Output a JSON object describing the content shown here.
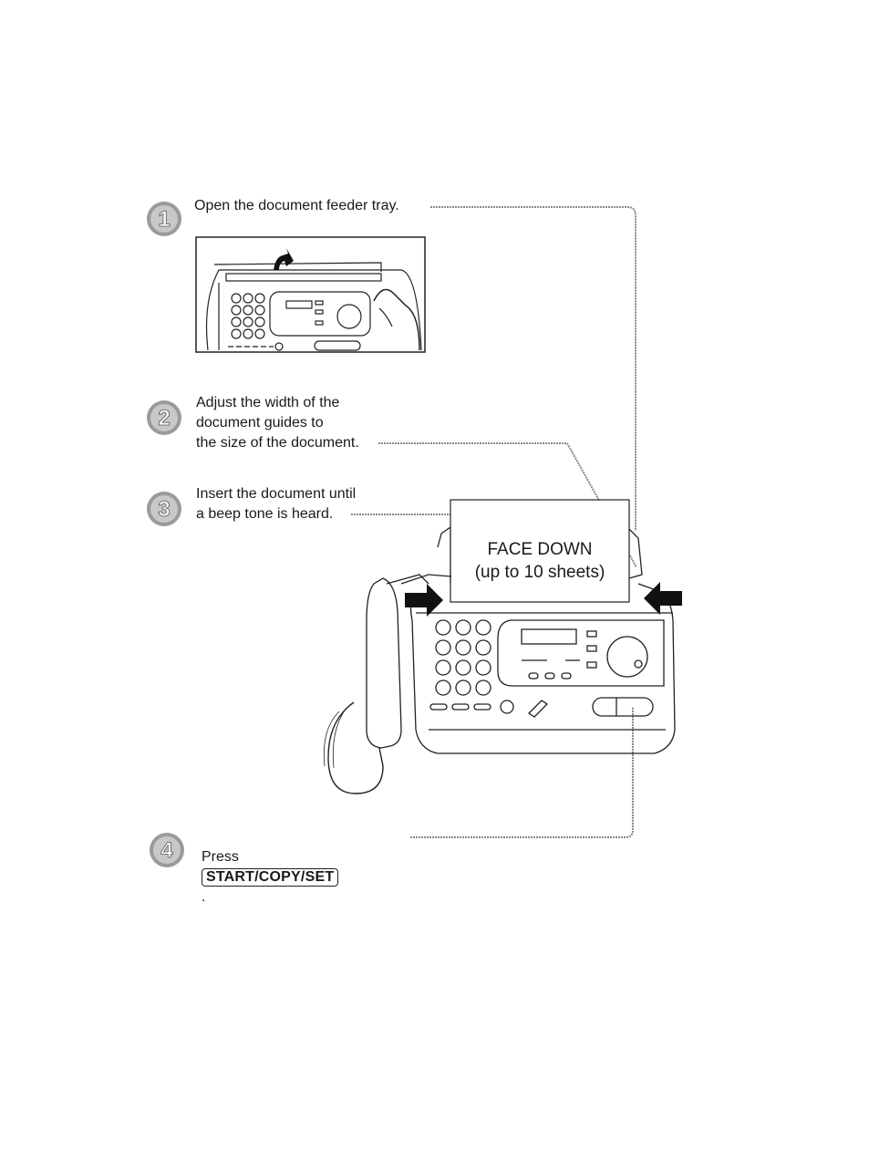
{
  "steps": [
    {
      "number": "1",
      "text": "Open the document feeder tray."
    },
    {
      "number": "2",
      "text": "Adjust the width of the\ndocument guides to\nthe size of the document."
    },
    {
      "number": "3",
      "text": "Insert the document until\na beep tone is heard."
    },
    {
      "number": "4",
      "prefix": "Press",
      "key": "START/COPY/SET",
      "suffix": "."
    }
  ],
  "paper": {
    "line1": "FACE DOWN",
    "line2": "(up to 10 sheets)"
  },
  "icons": [
    "step-1-badge",
    "step-2-badge",
    "step-3-badge",
    "step-4-badge",
    "fax-machine-small",
    "fax-machine-large",
    "open-arrow-icon",
    "guide-arrow-left-icon",
    "guide-arrow-right-icon"
  ]
}
